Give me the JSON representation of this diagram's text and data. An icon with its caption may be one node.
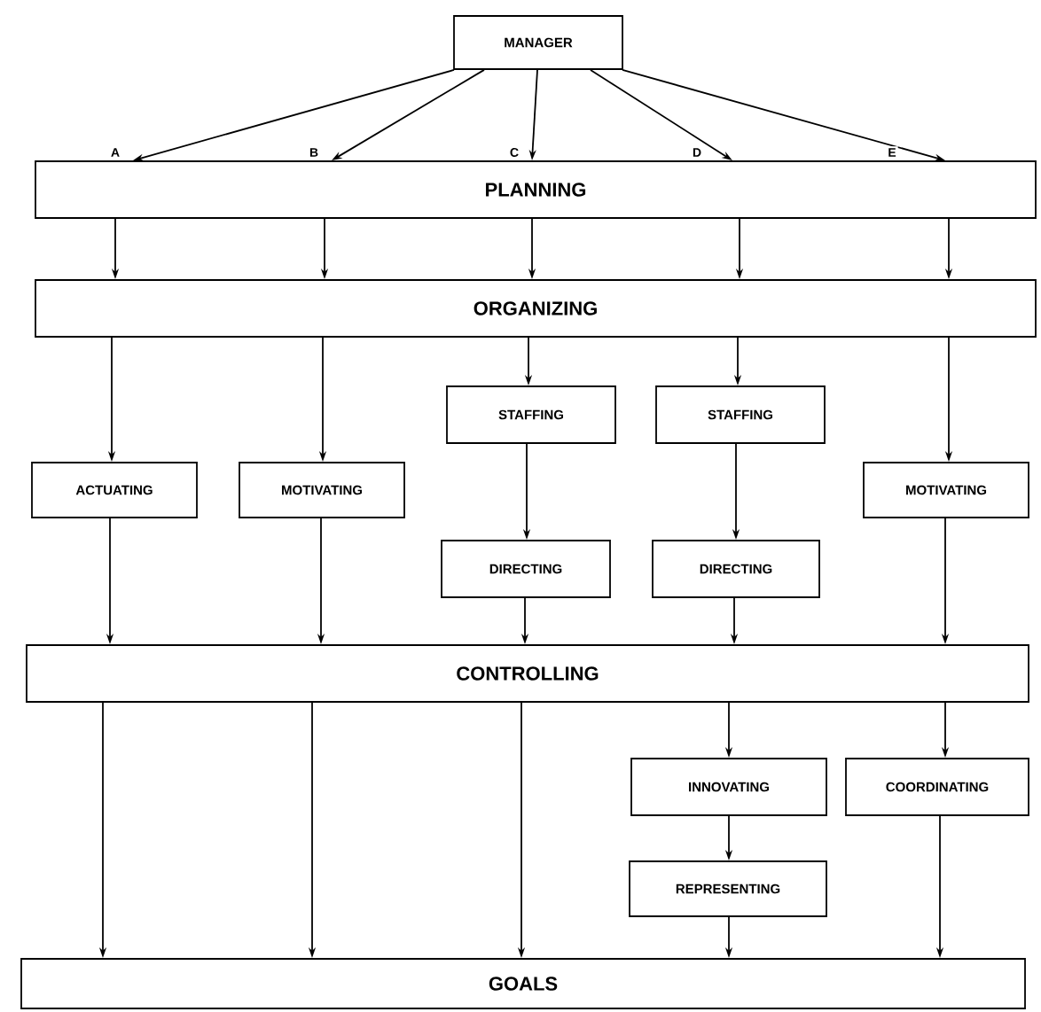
{
  "diagram": {
    "nodes": [
      {
        "text": [
          "MANAGER"
        ]
      },
      {
        "text": [
          "PLANNING"
        ]
      },
      {
        "text": [
          "ORGANIZING"
        ]
      },
      {
        "text": [
          "STAFFING"
        ]
      },
      {
        "text": [
          "STAFFING"
        ]
      },
      {
        "text": [
          "ACTUATING"
        ]
      },
      {
        "text": [
          "MOTIVATING"
        ]
      },
      {
        "text": [
          "MOTIVATING"
        ]
      },
      {
        "text": [
          "DIRECTING"
        ]
      },
      {
        "text": [
          "DIRECTING"
        ]
      },
      {
        "text": [
          "CONTROLLING"
        ]
      },
      {
        "text": [
          "INNOVATING"
        ]
      },
      {
        "text": [
          "COORDINATING"
        ]
      },
      {
        "text": [
          "REPRESENTING"
        ]
      },
      {
        "text": [
          "GOALS"
        ]
      }
    ],
    "edges": [
      {
        "from": 0,
        "to": 1,
        "arrow": "to",
        "label": "A"
      },
      {
        "from": 0,
        "to": 1,
        "arrow": "to",
        "label": "B"
      },
      {
        "from": 0,
        "to": 1,
        "arrow": "to",
        "label": "C"
      },
      {
        "from": 0,
        "to": 1,
        "arrow": "to",
        "label": "D"
      },
      {
        "from": 0,
        "to": 1,
        "arrow": "to",
        "label": "E"
      },
      {
        "from": 1,
        "to": 2,
        "arrow": "to"
      },
      {
        "from": 1,
        "to": 2,
        "arrow": "to"
      },
      {
        "from": 1,
        "to": 2,
        "arrow": "to"
      },
      {
        "from": 1,
        "to": 2,
        "arrow": "to"
      },
      {
        "from": 1,
        "to": 2,
        "arrow": "to"
      },
      {
        "from": 2,
        "to": 5,
        "arrow": "to"
      },
      {
        "from": 2,
        "to": 6,
        "arrow": "to"
      },
      {
        "from": 2,
        "to": 3,
        "arrow": "to"
      },
      {
        "from": 2,
        "to": 4,
        "arrow": "to"
      },
      {
        "from": 2,
        "to": 7,
        "arrow": "to"
      },
      {
        "from": 3,
        "to": 8,
        "arrow": "to"
      },
      {
        "from": 4,
        "to": 9,
        "arrow": "to"
      },
      {
        "from": 5,
        "to": 10,
        "arrow": "to"
      },
      {
        "from": 6,
        "to": 10,
        "arrow": "to"
      },
      {
        "from": 8,
        "to": 10,
        "arrow": "to"
      },
      {
        "from": 9,
        "to": 10,
        "arrow": "to"
      },
      {
        "from": 7,
        "to": 10,
        "arrow": "to"
      },
      {
        "from": 10,
        "to": 14,
        "arrow": "to"
      },
      {
        "from": 10,
        "to": 14,
        "arrow": "to"
      },
      {
        "from": 10,
        "to": 14,
        "arrow": "to"
      },
      {
        "from": 10,
        "to": 11,
        "arrow": "to"
      },
      {
        "from": 10,
        "to": 12,
        "arrow": "to"
      },
      {
        "from": 11,
        "to": 13,
        "arrow": "to"
      },
      {
        "from": 13,
        "to": 14,
        "arrow": "to"
      },
      {
        "from": 12,
        "to": 14,
        "arrow": "to"
      }
    ]
  }
}
